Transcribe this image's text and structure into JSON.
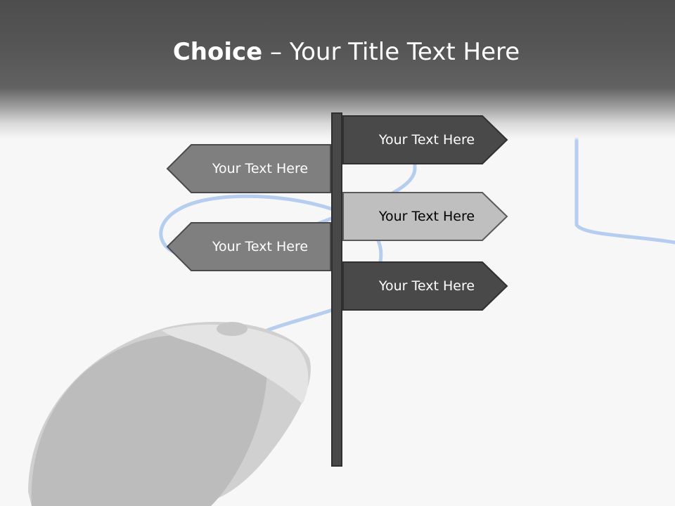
{
  "slide": {
    "title_bold": "Choice",
    "title_rest": " – Your Title Text Here"
  },
  "signs": [
    {
      "label": "Your Text Here",
      "direction": "right",
      "fill": "#494949",
      "text_color": "#ffffff"
    },
    {
      "label": "Your Text Here",
      "direction": "left",
      "fill": "#7f7f7f",
      "text_color": "#ffffff"
    },
    {
      "label": "Your Text Here",
      "direction": "right",
      "fill": "#bfbfbf",
      "text_color": "#000000"
    },
    {
      "label": "Your Text Here",
      "direction": "left",
      "fill": "#7f7f7f",
      "text_color": "#ffffff"
    },
    {
      "label": "Your Text Here",
      "direction": "right",
      "fill": "#494949",
      "text_color": "#ffffff"
    }
  ],
  "colors": {
    "header": "#4d4d4d",
    "post": "#484848",
    "cable": "#a9c6ec",
    "background": "#f7f7f8"
  }
}
